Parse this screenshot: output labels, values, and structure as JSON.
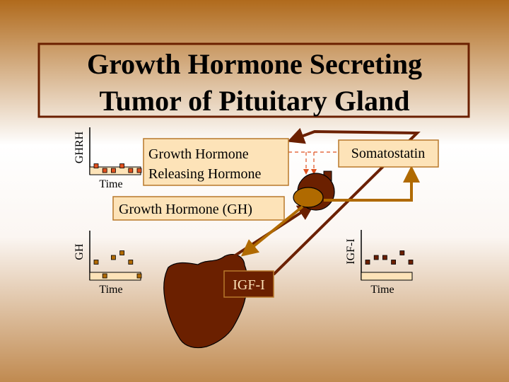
{
  "title": {
    "line1": "Growth Hormone Secreting",
    "line2": "Tumor of Pituitary Gland"
  },
  "labels": {
    "ghrh_line1": "Growth Hormone",
    "ghrh_line2": "Releasing Hormone",
    "somatostatin": "Somatostatin",
    "gh": "Growth Hormone (GH)",
    "igf": "IGF-I"
  },
  "colors": {
    "box_fill": "#fde3b8",
    "box_border": "#b8782a",
    "dark_brown": "#6b2000",
    "gold": "#b06a00",
    "dash_red": "#e0501e"
  },
  "chart_data": [
    {
      "type": "scatter",
      "ylabel": "GHRH",
      "xlabel": "Time",
      "color": "#e0501e",
      "points": [
        [
          1,
          1
        ],
        [
          2,
          0
        ],
        [
          3,
          0
        ],
        [
          4,
          1
        ],
        [
          5,
          0
        ],
        [
          6,
          0
        ]
      ]
    },
    {
      "type": "scatter",
      "ylabel": "GH",
      "xlabel": "Time",
      "color": "#b06a00",
      "points": [
        [
          1,
          3
        ],
        [
          2,
          0
        ],
        [
          3,
          4
        ],
        [
          4,
          5
        ],
        [
          5,
          3
        ],
        [
          6,
          0
        ]
      ]
    },
    {
      "type": "scatter",
      "ylabel": "IGF-I",
      "xlabel": "Time",
      "color": "#6b2000",
      "points": [
        [
          1,
          3
        ],
        [
          2,
          4
        ],
        [
          3,
          4
        ],
        [
          4,
          3
        ],
        [
          5,
          5
        ],
        [
          6,
          3
        ]
      ]
    }
  ]
}
